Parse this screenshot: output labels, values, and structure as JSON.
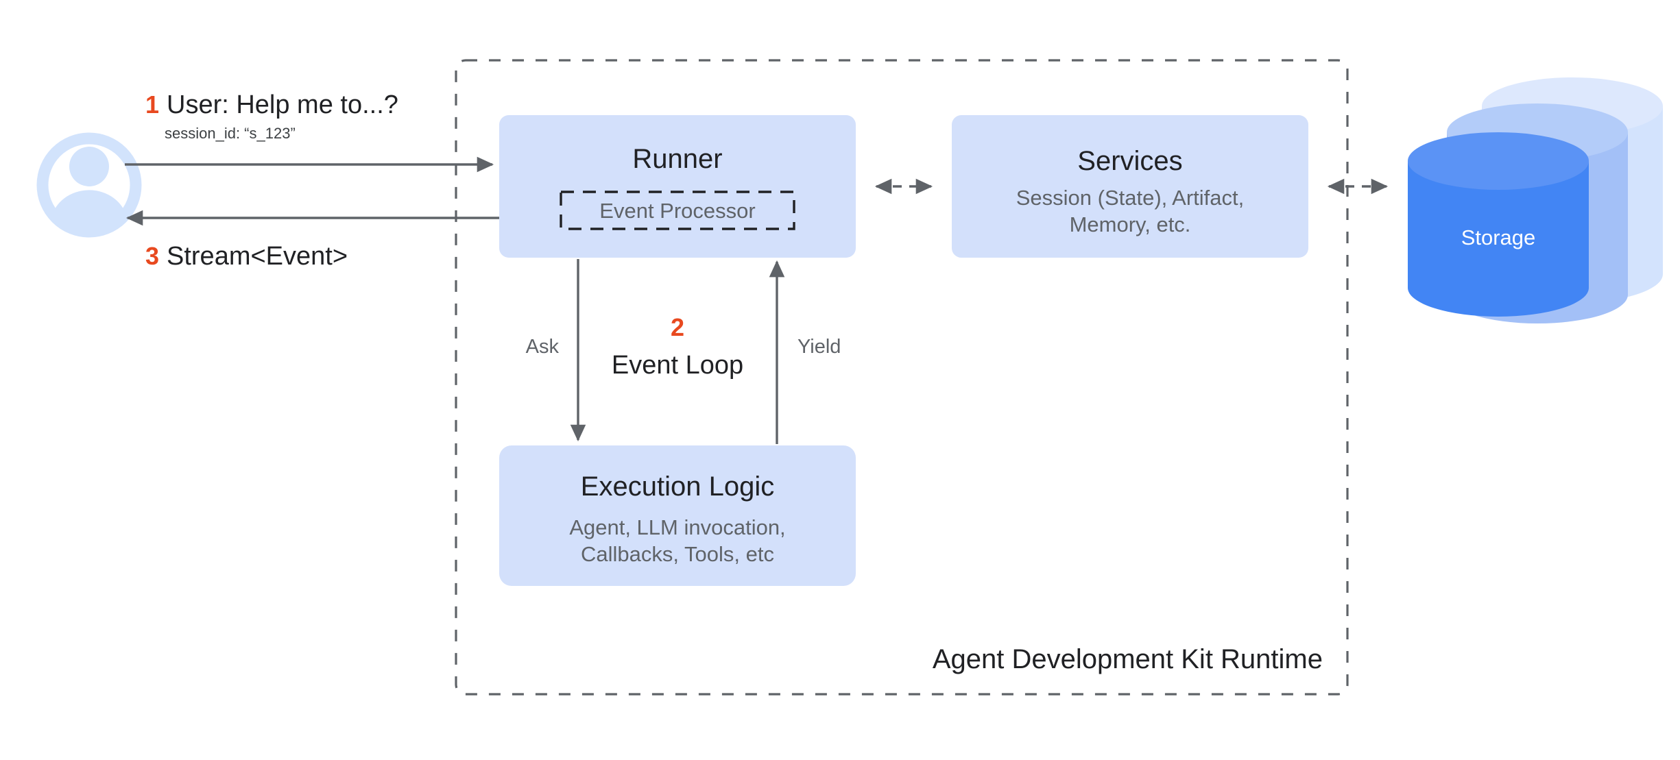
{
  "diagram": {
    "title": "Agent Development Kit Runtime",
    "colors": {
      "box_fill": "#d3e0fb",
      "storage_front": "#4285f4",
      "storage_mid": "#a3c0f7",
      "storage_back": "#d3e3fd",
      "storage_top_front": "#5b93f5",
      "arrow": "#5f6368",
      "dashed_border": "#5f6368",
      "step_number": "#e8491f",
      "text_primary": "#202124",
      "text_secondary": "#5f6368",
      "avatar": "#d2e3fc",
      "background": "#ffffff"
    }
  },
  "actor": {
    "name": "user-avatar",
    "icon": "user-avatar-icon"
  },
  "steps": [
    {
      "number": "1",
      "label": "User: Help me to...?",
      "sublabel": "session_id: “s_123”"
    },
    {
      "number": "2",
      "label": "Event Loop",
      "sublabel": ""
    },
    {
      "number": "3",
      "label": "Stream<Event>",
      "sublabel": ""
    }
  ],
  "nodes": {
    "runner": {
      "title": "Runner",
      "inner": {
        "label": "Event Processor"
      }
    },
    "services": {
      "title": "Services",
      "subtitle_line1": "Session (State), Artifact,",
      "subtitle_line2": "Memory, etc."
    },
    "execution_logic": {
      "title": "Execution Logic",
      "subtitle_line1": "Agent, LLM invocation,",
      "subtitle_line2": "Callbacks, Tools, etc"
    },
    "storage": {
      "title": "Storage"
    }
  },
  "edges": {
    "ask": "Ask",
    "yield": "Yield"
  },
  "container": {
    "label": "Agent Development Kit Runtime"
  }
}
